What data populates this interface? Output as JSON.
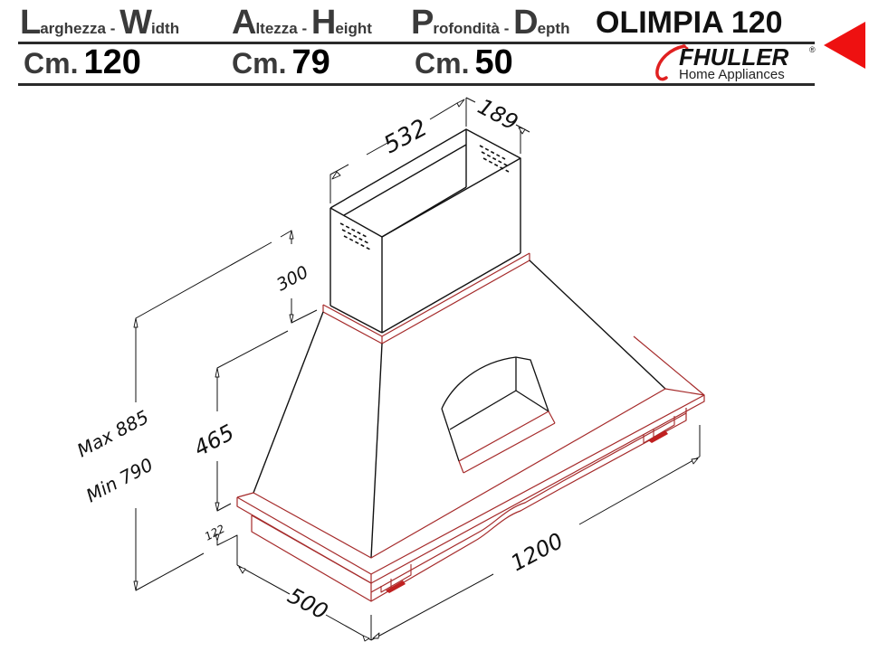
{
  "header": {
    "width_label": {
      "initial": "L",
      "rest": "arghezza - ",
      "initial2": "W",
      "rest2": "idth"
    },
    "height_label": {
      "initial": "A",
      "rest": "ltezza - ",
      "initial2": "H",
      "rest2": "eight"
    },
    "depth_label": {
      "initial": "P",
      "rest": "rofondità - ",
      "initial2": "D",
      "rest2": "epth"
    },
    "model_name": "OLIMPIA 120",
    "width_value": {
      "unit": "Cm.",
      "value": "120"
    },
    "height_value": {
      "unit": "Cm.",
      "value": "79"
    },
    "depth_value": {
      "unit": "Cm.",
      "value": "50"
    }
  },
  "brand": {
    "name": "FHULLER",
    "registered": "®",
    "tagline": "Home Appliances",
    "swoosh_color": "#e02020"
  },
  "pointer_icon": {
    "color": "#ee1111"
  },
  "drawing": {
    "line_color": "#111111",
    "outline_color": "#a52a2a",
    "dimensions": {
      "chimney_width": "532",
      "chimney_depth": "189",
      "chimney_height": "300",
      "total_height_max": "Max 885",
      "total_height_min": "Min 790",
      "canopy_height": "465",
      "frame_height": "122",
      "depth": "500",
      "width": "1200"
    }
  }
}
